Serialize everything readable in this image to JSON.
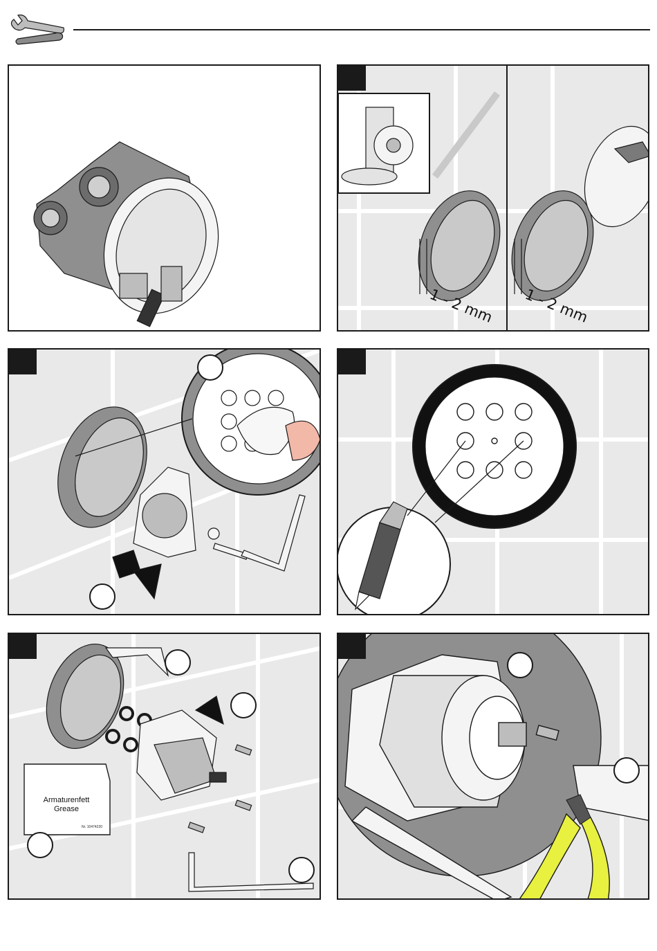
{
  "header": {
    "icon": "tools-icon"
  },
  "panels": [
    {
      "id": "overview",
      "step_marker": false
    },
    {
      "id": "step-1",
      "step_marker": true,
      "dimension_left": "1 - 2 mm",
      "dimension_right": "1 - 2 mm"
    },
    {
      "id": "step-2",
      "step_marker": true
    },
    {
      "id": "step-3",
      "step_marker": true
    },
    {
      "id": "step-4",
      "step_marker": true,
      "grease_text": [
        "Armaturenfett",
        "Grease"
      ],
      "article_no": "Nr. 10474220"
    },
    {
      "id": "step-5",
      "step_marker": true
    }
  ],
  "colors": {
    "line": "#1a1a1a",
    "tile": "#e9e9e9",
    "grout": "#ffffff",
    "part": "#8f8f8f",
    "pliers": "#e8f040"
  }
}
